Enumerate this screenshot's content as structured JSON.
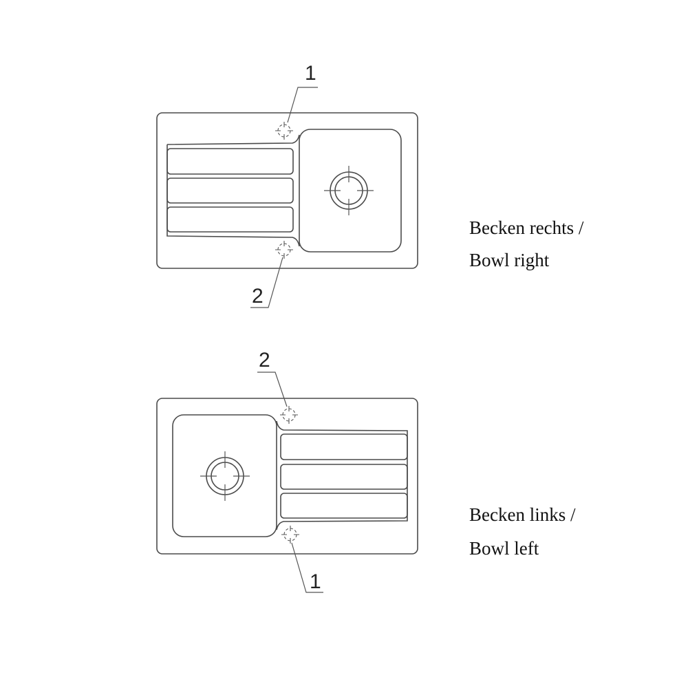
{
  "top_variant": {
    "caption_line1": "Becken rechts /",
    "caption_line2": "Bowl right",
    "callout_top": "1",
    "callout_bottom": "2"
  },
  "bottom_variant": {
    "caption_line1": "Becken links /",
    "caption_line2": "Bowl left",
    "callout_top": "2",
    "callout_bottom": "1"
  },
  "colors": {
    "line": "#4a4a4a",
    "text": "#111111"
  }
}
